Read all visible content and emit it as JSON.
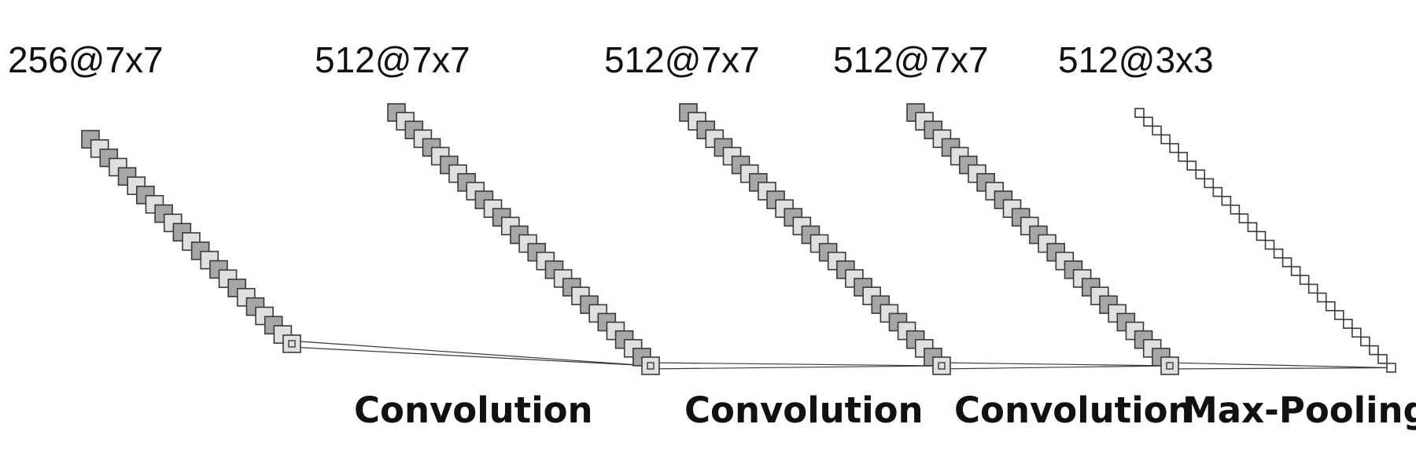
{
  "layers": [
    {
      "label": "256@7x7",
      "channels": 256,
      "size": "7x7"
    },
    {
      "label": "512@7x7",
      "channels": 512,
      "size": "7x7"
    },
    {
      "label": "512@7x7",
      "channels": 512,
      "size": "7x7"
    },
    {
      "label": "512@7x7",
      "channels": 512,
      "size": "7x7"
    },
    {
      "label": "512@3x3",
      "channels": 512,
      "size": "3x3"
    }
  ],
  "operations": [
    {
      "label": "Convolution"
    },
    {
      "label": "Convolution"
    },
    {
      "label": "Convolution"
    },
    {
      "label": "Max-Pooling"
    }
  ],
  "colors": {
    "fill_dark": "#a6a6a6",
    "fill_light": "#e0e0e0",
    "fill_white": "#ffffff",
    "stroke": "#3a3a3a",
    "text": "#111111"
  }
}
